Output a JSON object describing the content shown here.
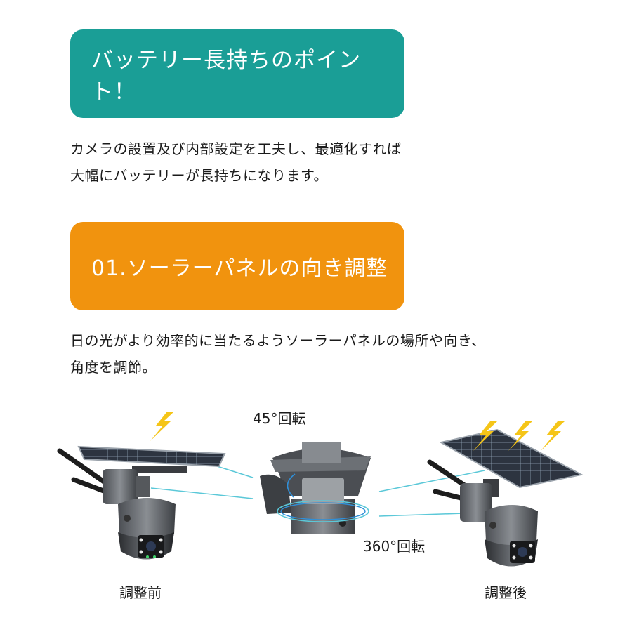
{
  "banner_battery": "バッテリー長持ちのポイント！",
  "intro": {
    "line1": "カメラの設置及び内部設定を工夫し、最適化すれば",
    "line2": "大幅にバッテリーが長持ちになります。"
  },
  "banner_solar": "01.ソーラーパネルの向き調整",
  "solar_desc": {
    "line1": "日の光がより効率的に当たるようソーラーパネルの場所や向き、",
    "line2": "角度を調節。"
  },
  "illustration": {
    "rotation_45": "45°回転",
    "rotation_360": "360°回転",
    "before_label": "調整前",
    "after_label": "調整後"
  },
  "colors": {
    "teal": "#1a9e96",
    "orange": "#f1930e",
    "lightning": "#f5c518",
    "guide_line": "#5bc8d8"
  }
}
